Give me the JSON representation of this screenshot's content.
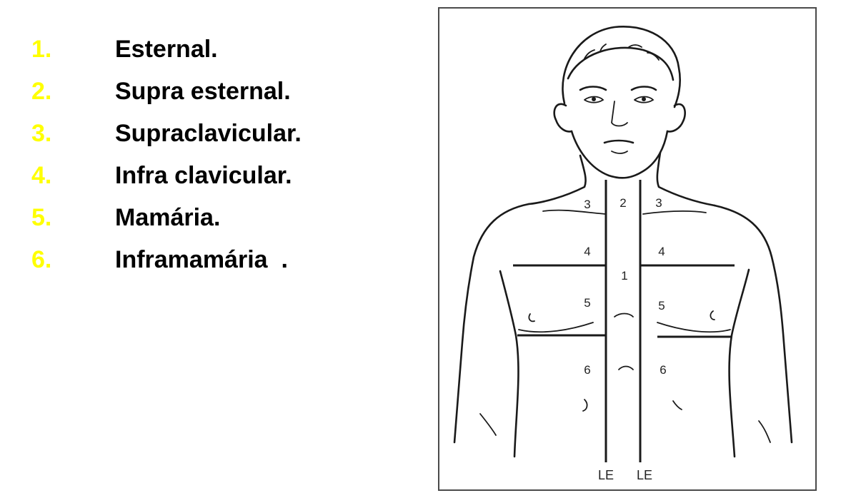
{
  "legend": {
    "items": [
      {
        "number": "1.",
        "label": "Esternal."
      },
      {
        "number": "2.",
        "label": "Supra esternal."
      },
      {
        "number": "3.",
        "label": "Supraclavicular."
      },
      {
        "number": "4.",
        "label": "Infra clavicular."
      },
      {
        "number": "5.",
        "label": "Mamária."
      },
      {
        "number": "6.",
        "label": "Inframamária  ."
      }
    ],
    "number_color": "#ffff00",
    "text_color": "#000000"
  },
  "figure": {
    "region_labels": {
      "sternal": "1",
      "suprasternal": "2",
      "supraclavicular_right": "3",
      "supraclavicular_left": "3",
      "infraclavicular_right": "4",
      "infraclavicular_left": "4",
      "mammary_right": "5",
      "mammary_left": "5",
      "inframammary_right": "6",
      "inframammary_left": "6"
    },
    "sternal_line_labels": [
      "LE",
      "LE"
    ]
  }
}
